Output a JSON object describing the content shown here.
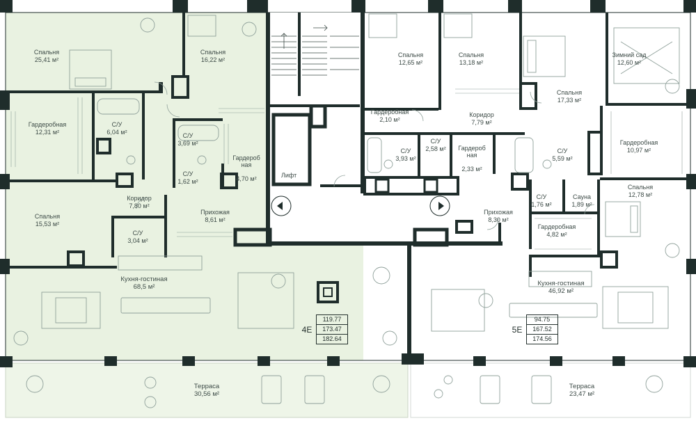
{
  "colors": {
    "apt4e_fill": "#e9f2e1",
    "terrace_4e_fill": "#eef5e8",
    "wall": "#1f2d2b",
    "furniture": "#8fa09a",
    "text": "#3d4b47"
  },
  "apartment_4e": {
    "code": "4E",
    "areas": [
      "119.77",
      "173.47",
      "182.64"
    ],
    "rooms": {
      "bedroom_1": {
        "name": "Спальня",
        "area": "25,41 м²"
      },
      "bedroom_2": {
        "name": "Спальня",
        "area": "16,22 м²"
      },
      "wardrobe_1": {
        "name": "Гардеробная",
        "area": "12,31 м²"
      },
      "bath_1": {
        "name": "С/У",
        "area": "6,04 м²"
      },
      "bath_2": {
        "name": "С/У",
        "area": "3,69 м²"
      },
      "wardrobe_2": {
        "name": "Гардероб\nная",
        "area": "4,70 м²"
      },
      "bath_3": {
        "name": "С/У",
        "area": "1,62 м²"
      },
      "corridor": {
        "name": "Коридор",
        "area": "7,80 м²"
      },
      "bedroom_3": {
        "name": "Спальня",
        "area": "15,53 м²"
      },
      "hall": {
        "name": "Прихожая",
        "area": "8,61 м²"
      },
      "bath_4": {
        "name": "С/У",
        "area": "3,04 м²"
      },
      "kitchen": {
        "name": "Кухня-гостиная",
        "area": "68,5 м²"
      },
      "terrace": {
        "name": "Терраса",
        "area": "30,56 м²"
      }
    }
  },
  "apartment_5e": {
    "code": "5E",
    "areas": [
      "94.75",
      "167.52",
      "174.56"
    ],
    "rooms": {
      "bedroom_1": {
        "name": "Спальня",
        "area": "12,65 м²"
      },
      "bedroom_2": {
        "name": "Спальня",
        "area": "13,18 м²"
      },
      "winter_garden": {
        "name": "Зимний сад",
        "area": "12,60 м²"
      },
      "bedroom_3": {
        "name": "Спальня",
        "area": "17,33 м²"
      },
      "wardrobe_1": {
        "name": "Гардеробная",
        "area": "2,10 м²"
      },
      "corridor": {
        "name": "Коридор",
        "area": "7,79 м²"
      },
      "bath_1": {
        "name": "С/У",
        "area": "3,93 м²"
      },
      "bath_2": {
        "name": "С/У",
        "area": "2,58 м²"
      },
      "wardrobe_2": {
        "name": "Гардероб\nная",
        "area": "2,33 м²"
      },
      "bath_3": {
        "name": "С/У",
        "area": "5,59 м²"
      },
      "wardrobe_3": {
        "name": "Гардеробная",
        "area": "10,97 м²"
      },
      "bath_4": {
        "name": "С/У",
        "area": "1,76 м²"
      },
      "sauna": {
        "name": "Сауна",
        "area": "1,89 м²"
      },
      "bedroom_4": {
        "name": "Спальня",
        "area": "12,78 м²"
      },
      "hall": {
        "name": "Прихожая",
        "area": "8,30 м²"
      },
      "wardrobe_4": {
        "name": "Гардеробная",
        "area": "4,82 м²"
      },
      "kitchen": {
        "name": "Кухня-гостиная",
        "area": "46,92 м²"
      },
      "terrace": {
        "name": "Терраса",
        "area": "23,47 м²"
      }
    }
  },
  "common": {
    "lift": "Лифт"
  }
}
